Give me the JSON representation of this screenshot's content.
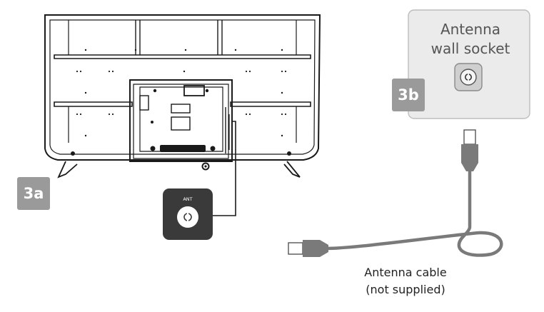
{
  "steps": {
    "tv_step": "3a",
    "socket_step": "3b"
  },
  "ant_port": {
    "label": "ANT"
  },
  "wall_socket": {
    "title_line1": "Antenna",
    "title_line2": "wall socket"
  },
  "cable": {
    "caption_line1": "Antenna cable",
    "caption_line2": "(not supplied)"
  },
  "colors": {
    "line": "#1a1a1a",
    "badge": "#9a9a9a",
    "socket_panel": "#ebebeb",
    "ant_box": "#3a3a3a",
    "cable": "#7a7a7a",
    "plug": "#ffffff"
  }
}
